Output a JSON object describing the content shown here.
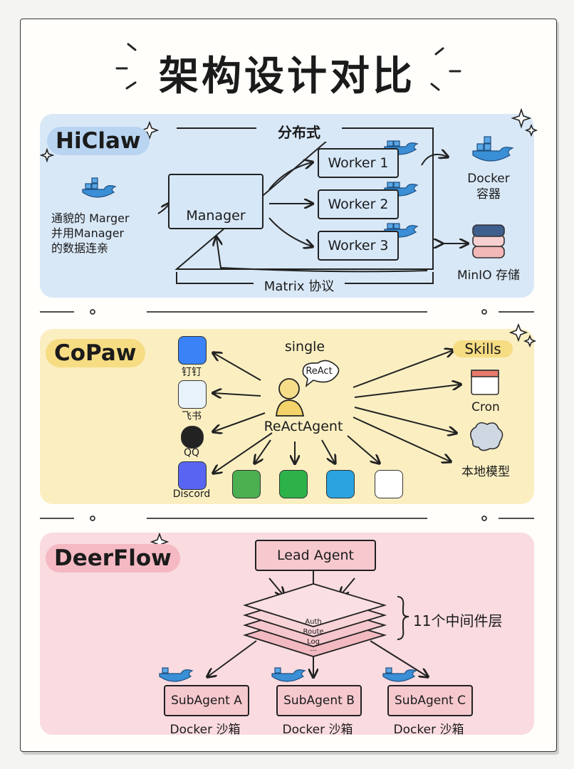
{
  "title": "架构设计对比",
  "hiclaw": {
    "tag": "HiClaw",
    "group_label": "分布式",
    "manager": "Manager",
    "workers": [
      "Worker 1",
      "Worker 2",
      "Worker 3"
    ],
    "docker": "Docker\n容器",
    "minio": "MinIO 存储",
    "matrix": "Matrix 协议",
    "note": "通貌的 Marger\n并用Manager\n的数据连亲"
  },
  "copaw": {
    "tag": "CoPaw",
    "single": "single",
    "react_bubble": "ReAct",
    "agent": "ReActAgent",
    "channels": [
      "钉钉",
      "飞书",
      "QQ",
      "Discord"
    ],
    "tools": [
      "Skills",
      "Cron",
      "本地模型"
    ]
  },
  "deerflow": {
    "tag": "DeerFlow",
    "lead": "Lead Agent",
    "layers": [
      "Auth",
      "Route",
      "Log",
      "..."
    ],
    "middleware": "11个中间件层",
    "subagents": [
      "SubAgent A",
      "SubAgent B",
      "SubAgent C"
    ],
    "sandbox": [
      "Docker 沙箱",
      "Docker 沙箱",
      "Docker 沙箱"
    ]
  },
  "colors": {
    "blue": "#d9e8f7",
    "yellow": "#fbefc2",
    "pink": "#f9dbe0"
  }
}
